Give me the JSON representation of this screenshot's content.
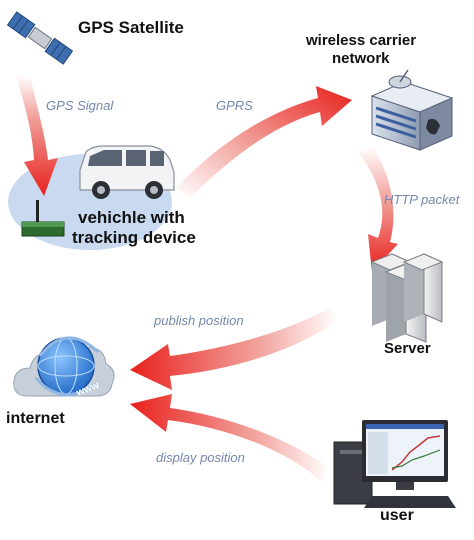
{
  "nodes": {
    "satellite": "GPS Satellite",
    "carrier_line1": "wireless carrier",
    "carrier_line2": "network",
    "vehicle_line1": "vehichle with",
    "vehicle_line2": "tracking device",
    "server": "Server",
    "internet": "internet",
    "user": "user"
  },
  "edges": {
    "gps_signal": "GPS Signal",
    "gprs": "GPRS",
    "http_packet": "HTTP packet",
    "publish_position": "publish position",
    "display_position": "display position"
  },
  "screen_text": "www",
  "colors": {
    "arrow": "#e8201c",
    "arrow_fade": "#ffffff",
    "edge_label": "#7488ad",
    "node_label": "#111111",
    "bubble": "#c9daf0",
    "cloud": "#c7cfdb",
    "globe": "#1f68c6"
  },
  "icons": [
    "satellite-icon",
    "van-icon",
    "tracking-device-icon",
    "tower-icon",
    "server-icon",
    "cloud-icon",
    "globe-icon",
    "computer-icon"
  ]
}
